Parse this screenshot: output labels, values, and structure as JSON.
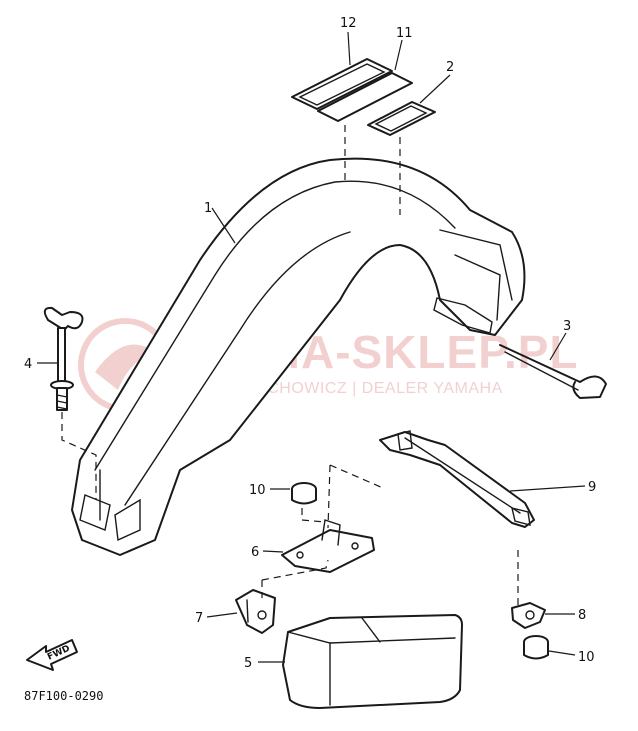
{
  "diagram": {
    "callouts": [
      {
        "id": "12",
        "label": "12"
      },
      {
        "id": "11",
        "label": "11"
      },
      {
        "id": "2",
        "label": "2"
      },
      {
        "id": "1",
        "label": "1"
      },
      {
        "id": "3",
        "label": "3"
      },
      {
        "id": "4",
        "label": "4"
      },
      {
        "id": "9",
        "label": "9"
      },
      {
        "id": "10a",
        "label": "10"
      },
      {
        "id": "6",
        "label": "6"
      },
      {
        "id": "8",
        "label": "8"
      },
      {
        "id": "7",
        "label": "7"
      },
      {
        "id": "5",
        "label": "5"
      },
      {
        "id": "10b",
        "label": "10"
      }
    ],
    "diagram_code": "87F100-0290",
    "direction_arrow_label": "FWD"
  },
  "watermark": {
    "brand": "YAMA-SKLEP.PL",
    "subtitle": "WOJCIECHOWICZ | DEALER YAMAHA",
    "color": "#e8a3a3"
  }
}
